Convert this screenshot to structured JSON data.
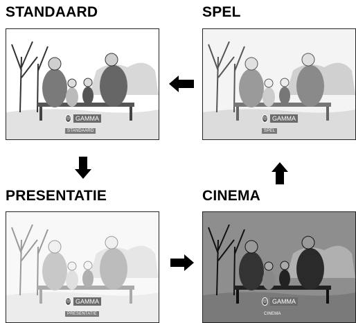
{
  "panels": {
    "standaard": {
      "title": "STANDAARD",
      "gamma": "GAMMA",
      "mode": "STANDAARD"
    },
    "spel": {
      "title": "SPEL",
      "gamma": "GAMMA",
      "mode": "SPEL"
    },
    "presentatie": {
      "title": "PRESENTATIE",
      "gamma": "GAMMA",
      "mode": "PRESENTATIE"
    },
    "cinema": {
      "title": "CINEMA",
      "gamma": "GAMMA",
      "mode": "CINEMA"
    }
  },
  "icons": {
    "arrow_left": "arrow-left-icon",
    "arrow_down": "arrow-down-icon",
    "arrow_right": "arrow-right-icon",
    "arrow_up": "arrow-up-icon",
    "gamma": "gamma-icon"
  },
  "colors": {
    "standaard_bg": "#ffffff",
    "spel_bg": "#f4f4f4",
    "presentatie_bg": "#f8f8f8",
    "cinema_bg": "#9a9a9a"
  }
}
